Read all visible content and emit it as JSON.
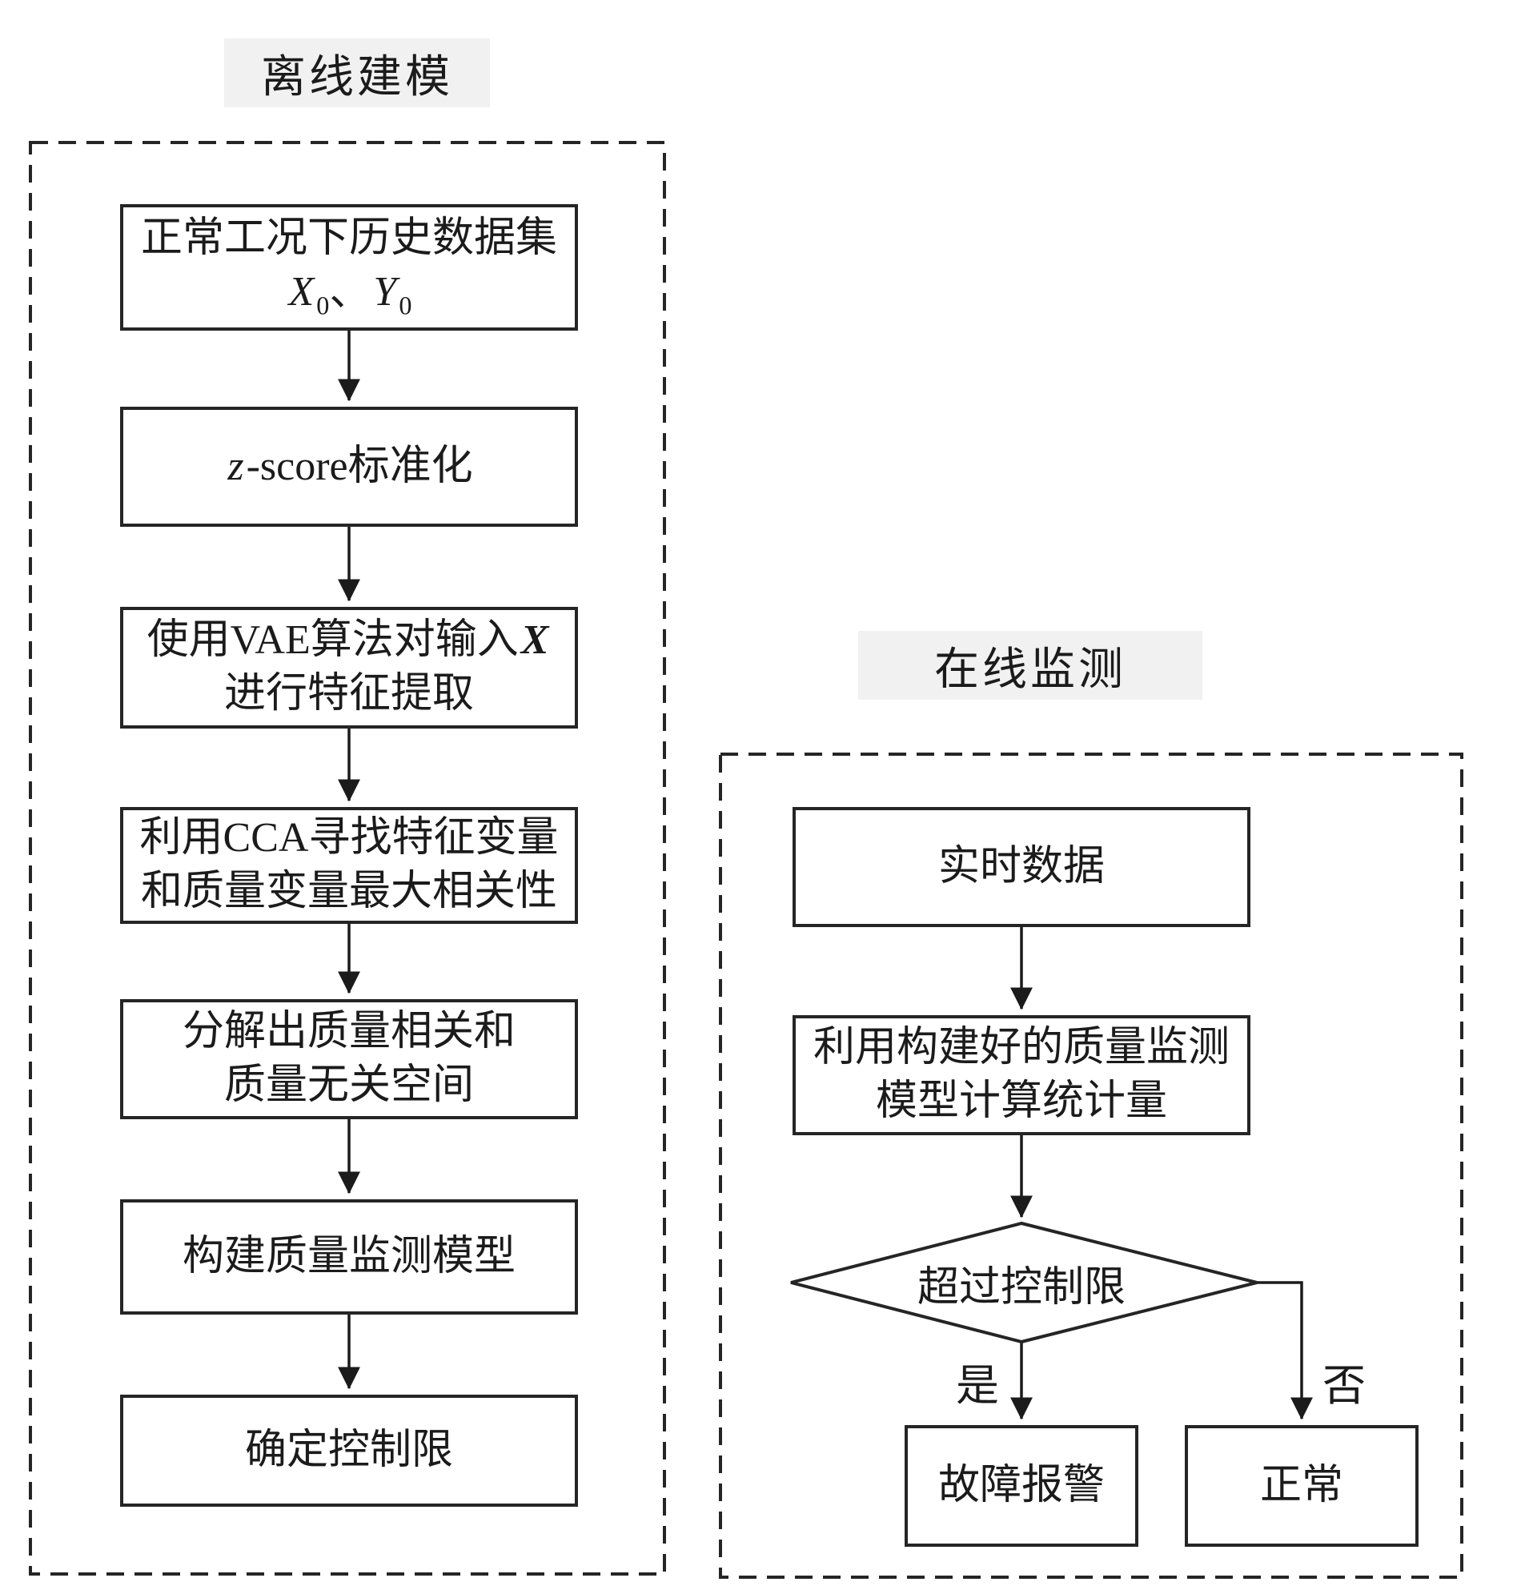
{
  "offline": {
    "header": "离线建模",
    "dataset_box": {
      "line1": "正常工况下历史数据集",
      "var_x": "X",
      "sub_x": "0",
      "separator": "、",
      "var_y": "Y",
      "sub_y": "0"
    },
    "zscore_box": {
      "var": "z",
      "text": "-score标准化"
    },
    "vae_box": {
      "line1_text": "使用VAE算法对输入",
      "line1_var": "X",
      "line2": "进行特征提取"
    },
    "cca_box": {
      "line1": "利用CCA寻找特征变量",
      "line2": "和质量变量最大相关性"
    },
    "decompose_box": {
      "line1": "分解出质量相关和",
      "line2": "质量无关空间"
    },
    "model_box": {
      "label": "构建质量监测模型"
    },
    "limit_box": {
      "label": "确定控制限"
    }
  },
  "online": {
    "header": "在线监测",
    "realtime_box": {
      "label": "实时数据"
    },
    "statistic_box": {
      "line1": "利用构建好的质量监测",
      "line2": "模型计算统计量"
    },
    "decision_diamond": {
      "label": "超过控制限"
    },
    "branch_yes": "是",
    "branch_no": "否",
    "alarm_box": {
      "label": "故障报警"
    },
    "normal_box": {
      "label": "正常"
    }
  }
}
